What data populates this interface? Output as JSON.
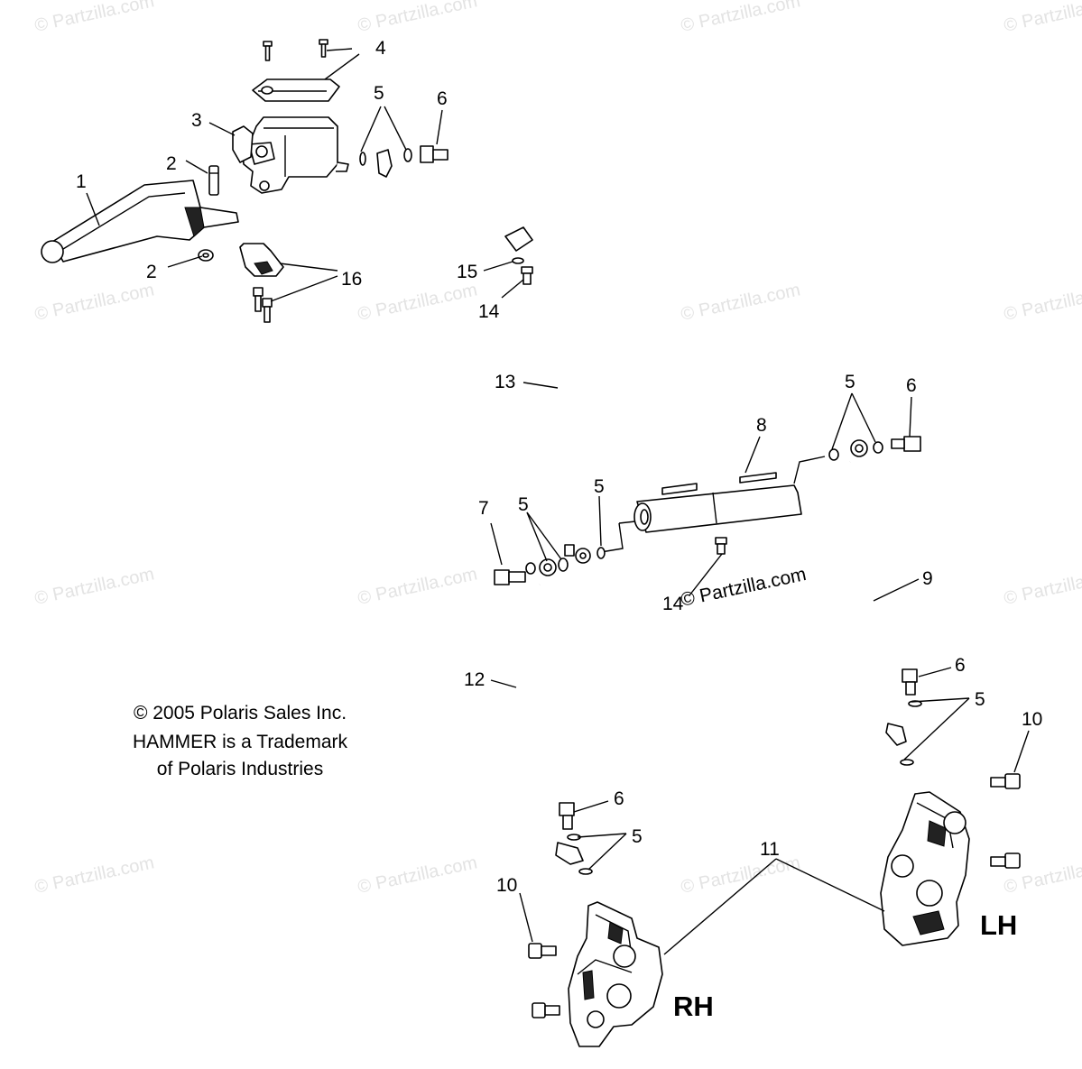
{
  "watermark": "© Partzilla.com",
  "watermark_inline": "© Partzilla.com",
  "copyright": {
    "line1": "© 2005 Polaris Sales Inc.",
    "line2": "HAMMER is a Trademark",
    "line3": "of Polaris Industries"
  },
  "side_labels": {
    "rh": "RH",
    "lh": "LH"
  },
  "callouts": {
    "c1": "1",
    "c2a": "2",
    "c2b": "2",
    "c3": "3",
    "c4": "4",
    "c5a": "5",
    "c5b": "5",
    "c5c": "5",
    "c5d": "5",
    "c5e": "5",
    "c5f": "5",
    "c6a": "6",
    "c6b": "6",
    "c6c": "6",
    "c6d": "6",
    "c7": "7",
    "c8": "8",
    "c9": "9",
    "c10a": "10",
    "c10b": "10",
    "c11": "11",
    "c12": "12",
    "c13": "13",
    "c14a": "14",
    "c14b": "14",
    "c15": "15",
    "c16": "16"
  }
}
